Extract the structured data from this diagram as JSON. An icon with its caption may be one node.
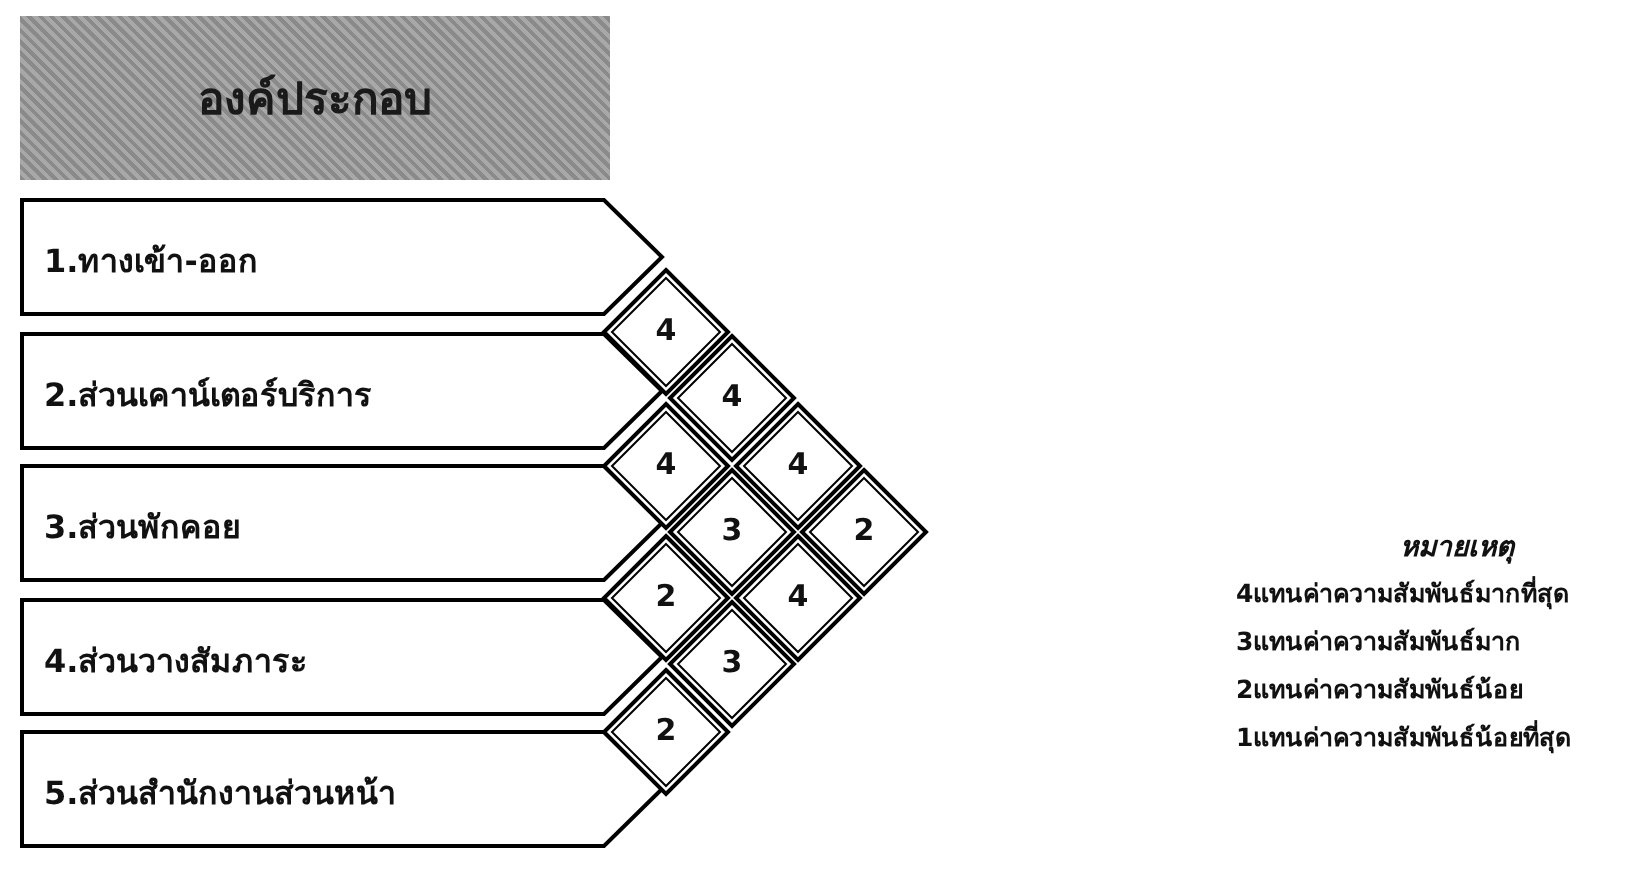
{
  "diagram": {
    "title": "องค์ประกอบ",
    "nodes": [
      {
        "text": [
          "1.ทางเข้า-ออก"
        ]
      },
      {
        "text": [
          "2.ส่วนเคาน์เตอร์บริการ"
        ]
      },
      {
        "text": [
          "3.ส่วนพักคอย"
        ]
      },
      {
        "text": [
          "4.ส่วนวางสัมภาระ"
        ]
      },
      {
        "text": [
          "5.ส่วนสำนักงานส่วนหน้า"
        ]
      },
      {
        "text": [
          "4"
        ]
      },
      {
        "text": [
          "4"
        ]
      },
      {
        "text": [
          "2"
        ]
      },
      {
        "text": [
          "2"
        ]
      },
      {
        "text": [
          "4"
        ]
      },
      {
        "text": [
          "3"
        ]
      },
      {
        "text": [
          "3"
        ]
      },
      {
        "text": [
          "4"
        ]
      },
      {
        "text": [
          "4"
        ]
      },
      {
        "text": [
          "2"
        ]
      }
    ],
    "labels": [
      "หมายเหตุ",
      "4แทนค่าความสัมพันธ์มากที่สุด",
      "3แทนค่าความสัมพันธ์มาก",
      "2แทนค่าความสัมพันธ์น้อย",
      "1แทนค่าความสัมพันธ์น้อยที่สุด"
    ]
  }
}
